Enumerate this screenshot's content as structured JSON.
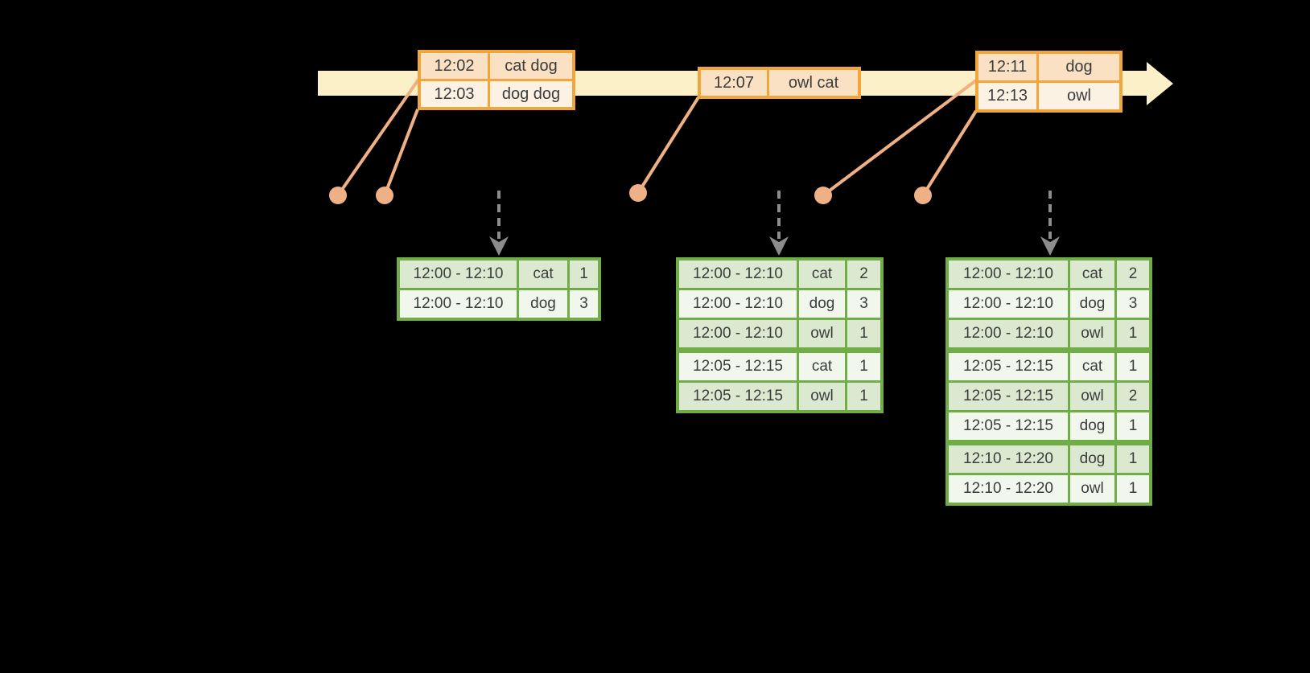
{
  "colors": {
    "background": "#000000",
    "timeline_band": "#FCF0C9",
    "event_box_border": "#F0A63A",
    "event_row_fill_dark": "#FAE1C4",
    "event_row_fill_light": "#FCF2E4",
    "connector_and_dots": "#F0B086",
    "result_table_border": "#70AD47",
    "result_row_fill_dark": "#DBE9D1",
    "result_row_fill_light": "#F2F7EE",
    "trigger_arrow_gray": "#8C8C8C",
    "text": "#3C3C3C"
  },
  "timeline": {
    "event_boxes": [
      {
        "rows": [
          {
            "time": "12:02",
            "words": "cat dog"
          },
          {
            "time": "12:03",
            "words": "dog dog"
          }
        ]
      },
      {
        "rows": [
          {
            "time": "12:07",
            "words": "owl cat"
          }
        ]
      },
      {
        "rows": [
          {
            "time": "12:11",
            "words": "dog"
          },
          {
            "time": "12:13",
            "words": "owl"
          }
        ]
      }
    ]
  },
  "result_tables": [
    {
      "rows": [
        {
          "window": "12:00 - 12:10",
          "word": "cat",
          "count": "1"
        },
        {
          "window": "12:00 - 12:10",
          "word": "dog",
          "count": "3"
        }
      ]
    },
    {
      "rows": [
        {
          "window": "12:00 - 12:10",
          "word": "cat",
          "count": "2"
        },
        {
          "window": "12:00 - 12:10",
          "word": "dog",
          "count": "3"
        },
        {
          "window": "12:00 - 12:10",
          "word": "owl",
          "count": "1"
        },
        {
          "window": "12:05 - 12:15",
          "word": "cat",
          "count": "1"
        },
        {
          "window": "12:05 - 12:15",
          "word": "owl",
          "count": "1"
        }
      ]
    },
    {
      "rows": [
        {
          "window": "12:00 - 12:10",
          "word": "cat",
          "count": "2"
        },
        {
          "window": "12:00 - 12:10",
          "word": "dog",
          "count": "3"
        },
        {
          "window": "12:00 - 12:10",
          "word": "owl",
          "count": "1"
        },
        {
          "window": "12:05 - 12:15",
          "word": "cat",
          "count": "1"
        },
        {
          "window": "12:05 - 12:15",
          "word": "owl",
          "count": "2"
        },
        {
          "window": "12:05 - 12:15",
          "word": "dog",
          "count": "1"
        },
        {
          "window": "12:10 - 12:20",
          "word": "dog",
          "count": "1"
        },
        {
          "window": "12:10 - 12:20",
          "word": "owl",
          "count": "1"
        }
      ]
    }
  ]
}
